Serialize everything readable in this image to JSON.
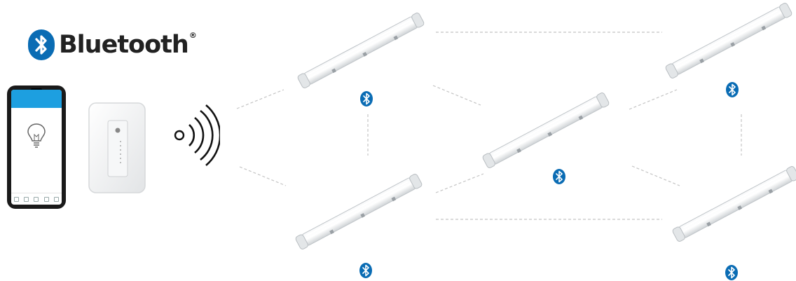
{
  "brand": {
    "name": "Bluetooth",
    "registered": "®",
    "color": "#0a6cb4"
  },
  "devices": {
    "phone": {
      "icon": "smartphone-app"
    },
    "wall_switch": {
      "icon": "dimmer-switch"
    },
    "signal": {
      "icon": "wireless-signal"
    }
  },
  "mesh": {
    "fixture_icon": "led-tube-light",
    "node_badge_icon": "bluetooth-icon",
    "fixture_count": 5,
    "link_style": "dashed",
    "link_color": "#c4c4c4"
  }
}
